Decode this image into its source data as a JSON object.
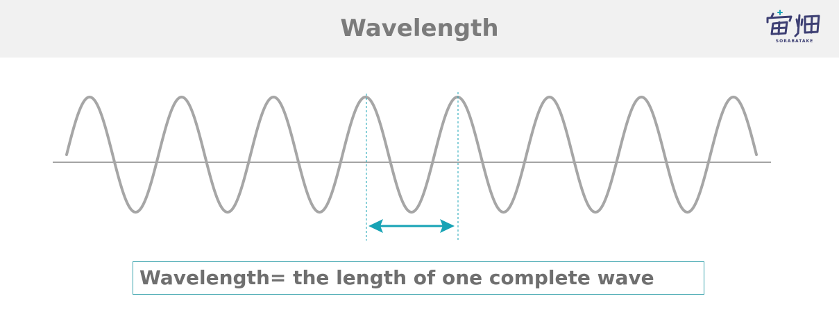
{
  "header": {
    "title": "Wavelength",
    "logo_text": "SORABATAKE",
    "logo_icon": "sorabatake-logo"
  },
  "caption": {
    "text": "Wavelength= the length of one complete wave"
  },
  "colors": {
    "header_bg": "#f1f1f1",
    "title": "#7b7b7b",
    "wave": "#a6a6a6",
    "axis": "#4a4a4a",
    "accent": "#17a3b5",
    "caption_border": "#3aa3ad",
    "caption_text": "#6f6f6f",
    "logo": "#3d3f73"
  },
  "diagram": {
    "cycles": 7.5
  }
}
